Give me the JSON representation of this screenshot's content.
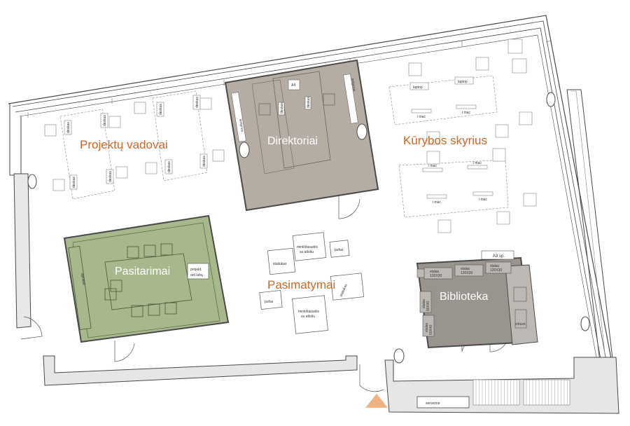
{
  "rooms": {
    "projektu_vadovai": "Projektų vadovai",
    "direktoriai": "Direktoriai",
    "kurybos_skyrius": "Kūrybos skyrius",
    "pasitarimai": "Pasitarimai",
    "pasimatymai": "Pasimatymai",
    "biblioteka": "Biblioteka"
  },
  "furniture": {
    "deskas": "deskas",
    "a4": "A4",
    "lentynos": "lentynos",
    "laptop": "laptop",
    "imac": "i mac",
    "minkstasuolis": [
      "minkštasuolis",
      "su atlošu"
    ],
    "staliukas": "staliukas",
    "pufas": "pufas",
    "projekt_ant_lubu": [
      "projekt.",
      "ant lubų"
    ],
    "spintele": "spintelė",
    "a3_sp": "A3 sp.",
    "stalas_120x30": [
      "stalas",
      "120X30"
    ],
    "stalas_80x40": [
      "stalas",
      "80X40"
    ],
    "stalas_60x40": [
      "stalas",
      "60X40"
    ],
    "virtuve": "virtuvė",
    "serverine": "serverinė"
  },
  "colors": {
    "direktoriai_fill": "#b5ada3",
    "pasitarimai_fill": "#a7b98c",
    "biblioteka_fill": "#9a948e",
    "room_label": "#c8692a",
    "entrance_marker": "#f0b183",
    "wall": "#4a4a4a"
  }
}
